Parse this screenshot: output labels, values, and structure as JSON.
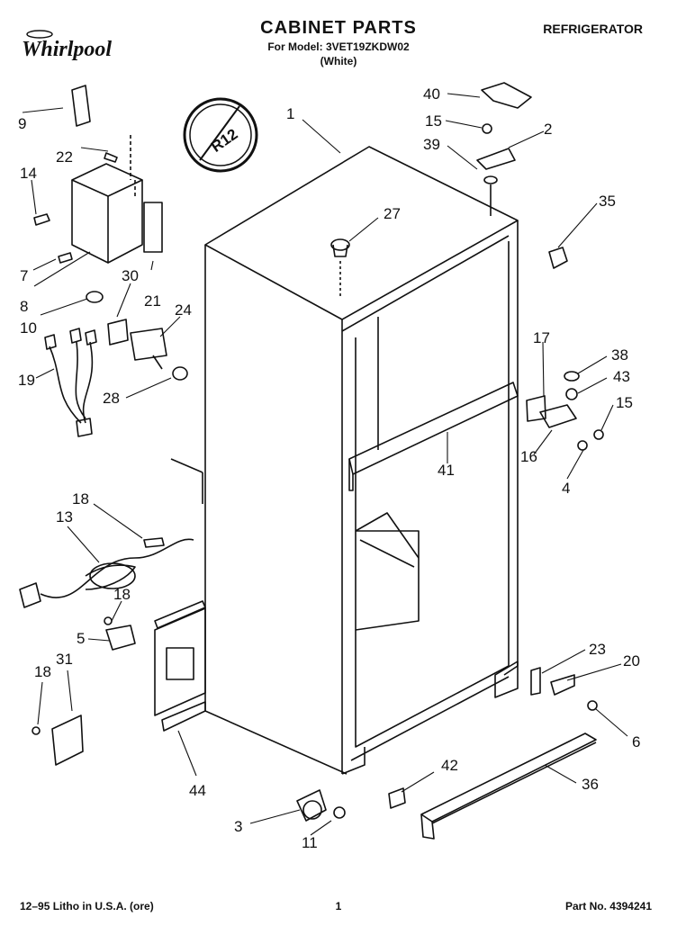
{
  "header": {
    "brand": "Whirlpool",
    "title": "CABINET PARTS",
    "model_line": "For Model: 3VET19ZKDW02",
    "color_line": "(White)",
    "appliance": "REFRIGERATOR"
  },
  "badge": "R12",
  "callouts": [
    "1",
    "2",
    "3",
    "4",
    "5",
    "6",
    "7",
    "8",
    "9",
    "10",
    "11",
    "13",
    "14",
    "15",
    "15",
    "16",
    "17",
    "18",
    "18",
    "18",
    "19",
    "20",
    "21",
    "22",
    "23",
    "24",
    "27",
    "28",
    "30",
    "31",
    "35",
    "36",
    "38",
    "39",
    "40",
    "41",
    "42",
    "43",
    "44"
  ],
  "footer": {
    "left": "12–95 Litho in U.S.A. (ore)",
    "page": "1",
    "part_no": "Part No. 4394241"
  }
}
